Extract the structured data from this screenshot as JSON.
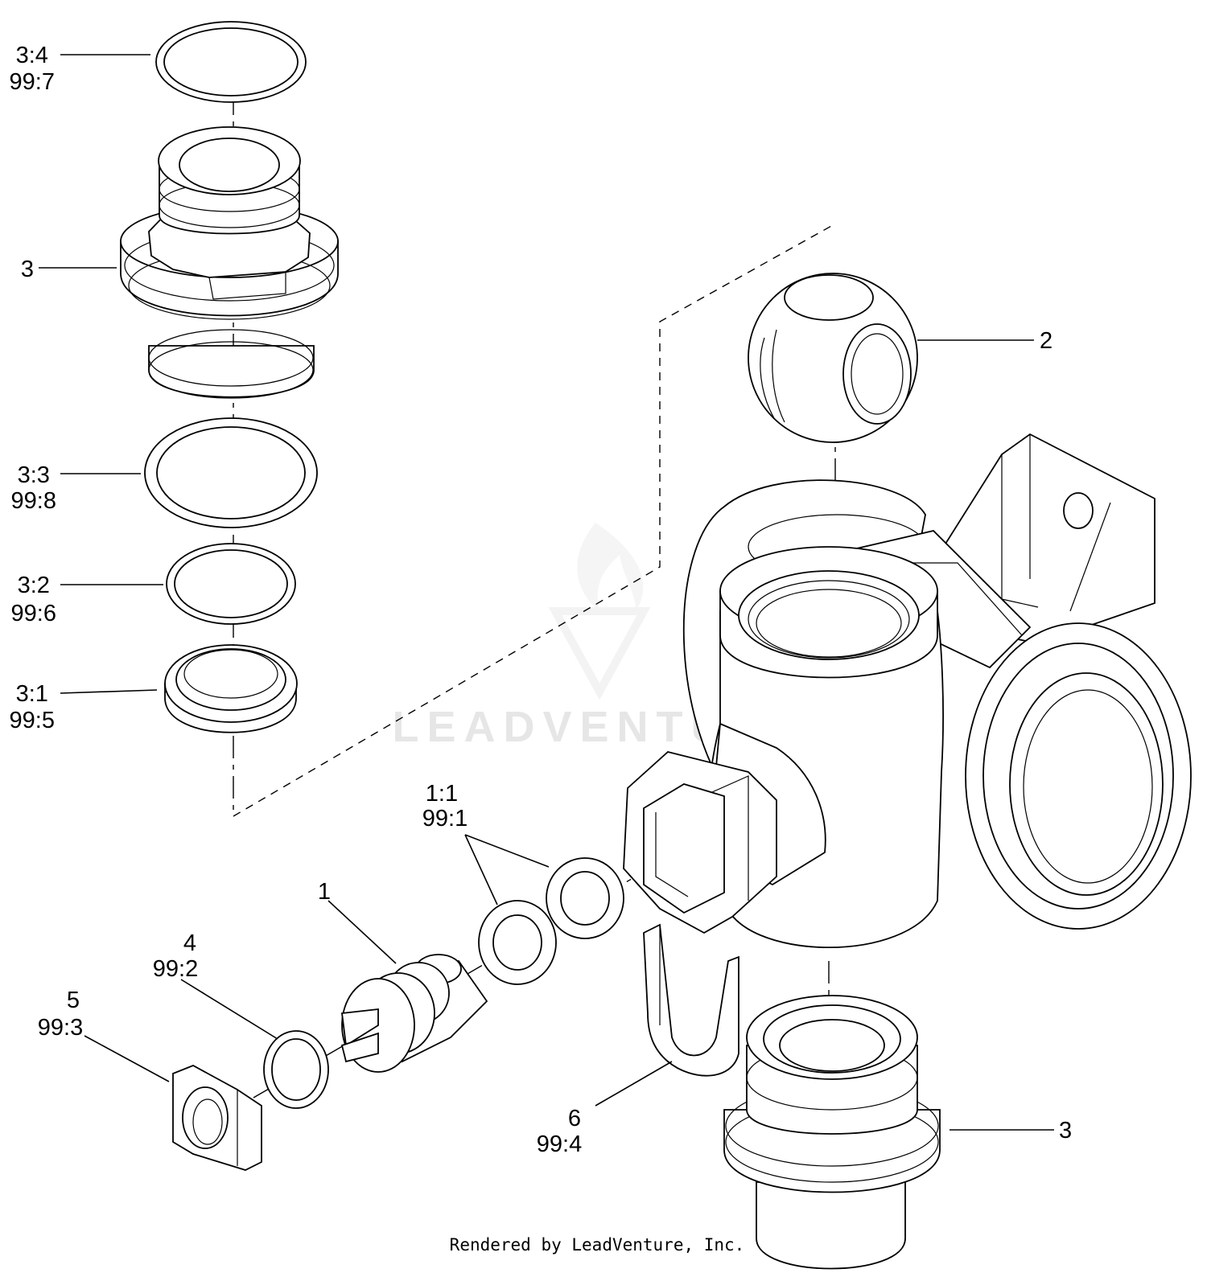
{
  "callouts": [
    {
      "id": "c-3-4",
      "lines": [
        "3:4",
        "99:7"
      ]
    },
    {
      "id": "c-3-top",
      "lines": [
        "3"
      ]
    },
    {
      "id": "c-3-3",
      "lines": [
        "3:3",
        "99:8"
      ]
    },
    {
      "id": "c-3-2",
      "lines": [
        "3:2",
        "99:6"
      ]
    },
    {
      "id": "c-3-1",
      "lines": [
        "3:1",
        "99:5"
      ]
    },
    {
      "id": "c-2",
      "lines": [
        "2"
      ]
    },
    {
      "id": "c-1-1",
      "lines": [
        "1:1",
        "99:1"
      ]
    },
    {
      "id": "c-1",
      "lines": [
        "1"
      ]
    },
    {
      "id": "c-4",
      "lines": [
        "4",
        "99:2"
      ]
    },
    {
      "id": "c-5",
      "lines": [
        "5",
        "99:3"
      ]
    },
    {
      "id": "c-6",
      "lines": [
        "6",
        "99:4"
      ]
    },
    {
      "id": "c-3-bottom",
      "lines": [
        "3"
      ]
    }
  ],
  "watermark": "LEADVENTURE",
  "footer": "Rendered by LeadVenture, Inc."
}
